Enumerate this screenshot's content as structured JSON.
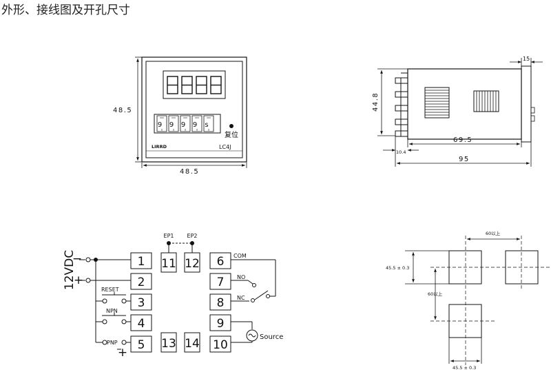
{
  "title": "外形、接线图及开孔尺寸",
  "front_view": {
    "width_label": "48.5",
    "height_label": "48.5",
    "digits": [
      "9",
      "9",
      "9",
      "9",
      "s"
    ],
    "reset_label": "复位",
    "brand": "LIRRD",
    "model": "LC4J"
  },
  "side_view": {
    "d15": "15",
    "d448": "44.8",
    "d695": "69.5",
    "d104": "10.4",
    "d95": "95"
  },
  "wiring": {
    "ep1": "EP1",
    "ep2": "EP2",
    "supply": "12VDC",
    "minus": "−",
    "plus": "+",
    "reset": "RESET",
    "npn": "NPN",
    "pnp": "PNP",
    "pnp_plus": "+",
    "com": "COM",
    "no": "NO",
    "nc": "NC",
    "source": "Source",
    "terminals": [
      "1",
      "2",
      "3",
      "4",
      "5",
      "6",
      "7",
      "8",
      "9",
      "10",
      "11",
      "12",
      "13",
      "14"
    ]
  },
  "cutout": {
    "h_spacing": "60以上",
    "v_spacing": "60以上",
    "height": "45.5 ± 0.3",
    "width": "45.5 ± 0.3"
  }
}
